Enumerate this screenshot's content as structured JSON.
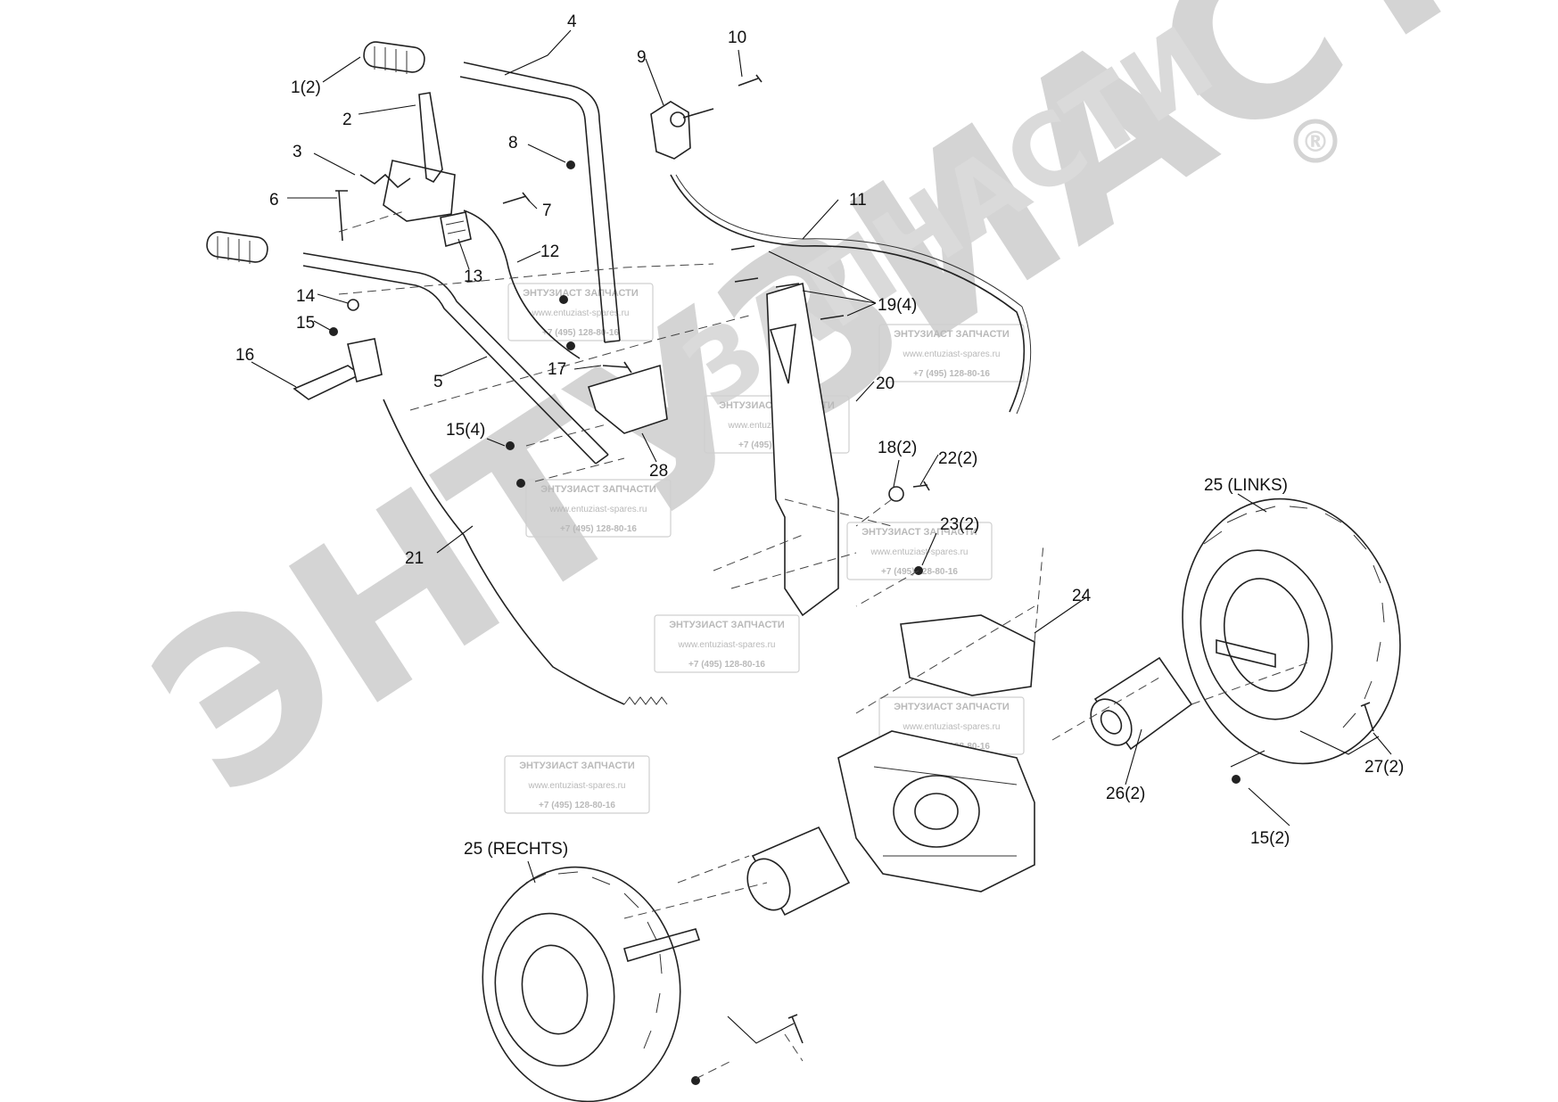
{
  "watermark": {
    "brand": "ЭНТУЗИАСТ!",
    "subtitle": "ЗАПЧАСТИ",
    "registered": "®"
  },
  "stamp": {
    "title": "ЭНТУЗИАСТ ЗАПЧАСТИ",
    "site": "www.entuziast-spares.ru",
    "phone": "+7 (495) 128-80-16"
  },
  "callouts": {
    "c1": "1(2)",
    "c2": "2",
    "c3": "3",
    "c4": "4",
    "c5": "5",
    "c6": "6",
    "c7": "7",
    "c8": "8",
    "c9": "9",
    "c10": "10",
    "c11": "11",
    "c12": "12",
    "c13": "13",
    "c14": "14",
    "c15": "15",
    "c15_4": "15(4)",
    "c15_2": "15(2)",
    "c16": "16",
    "c17": "17",
    "c18": "18(2)",
    "c19": "19(4)",
    "c20": "20",
    "c21": "21",
    "c22": "22(2)",
    "c23": "23(2)",
    "c24": "24",
    "c25_links": "25 (LINKS)",
    "c25_rechts": "25 (RECHTS)",
    "c26": "26(2)",
    "c27": "27(2)",
    "c28": "28"
  }
}
